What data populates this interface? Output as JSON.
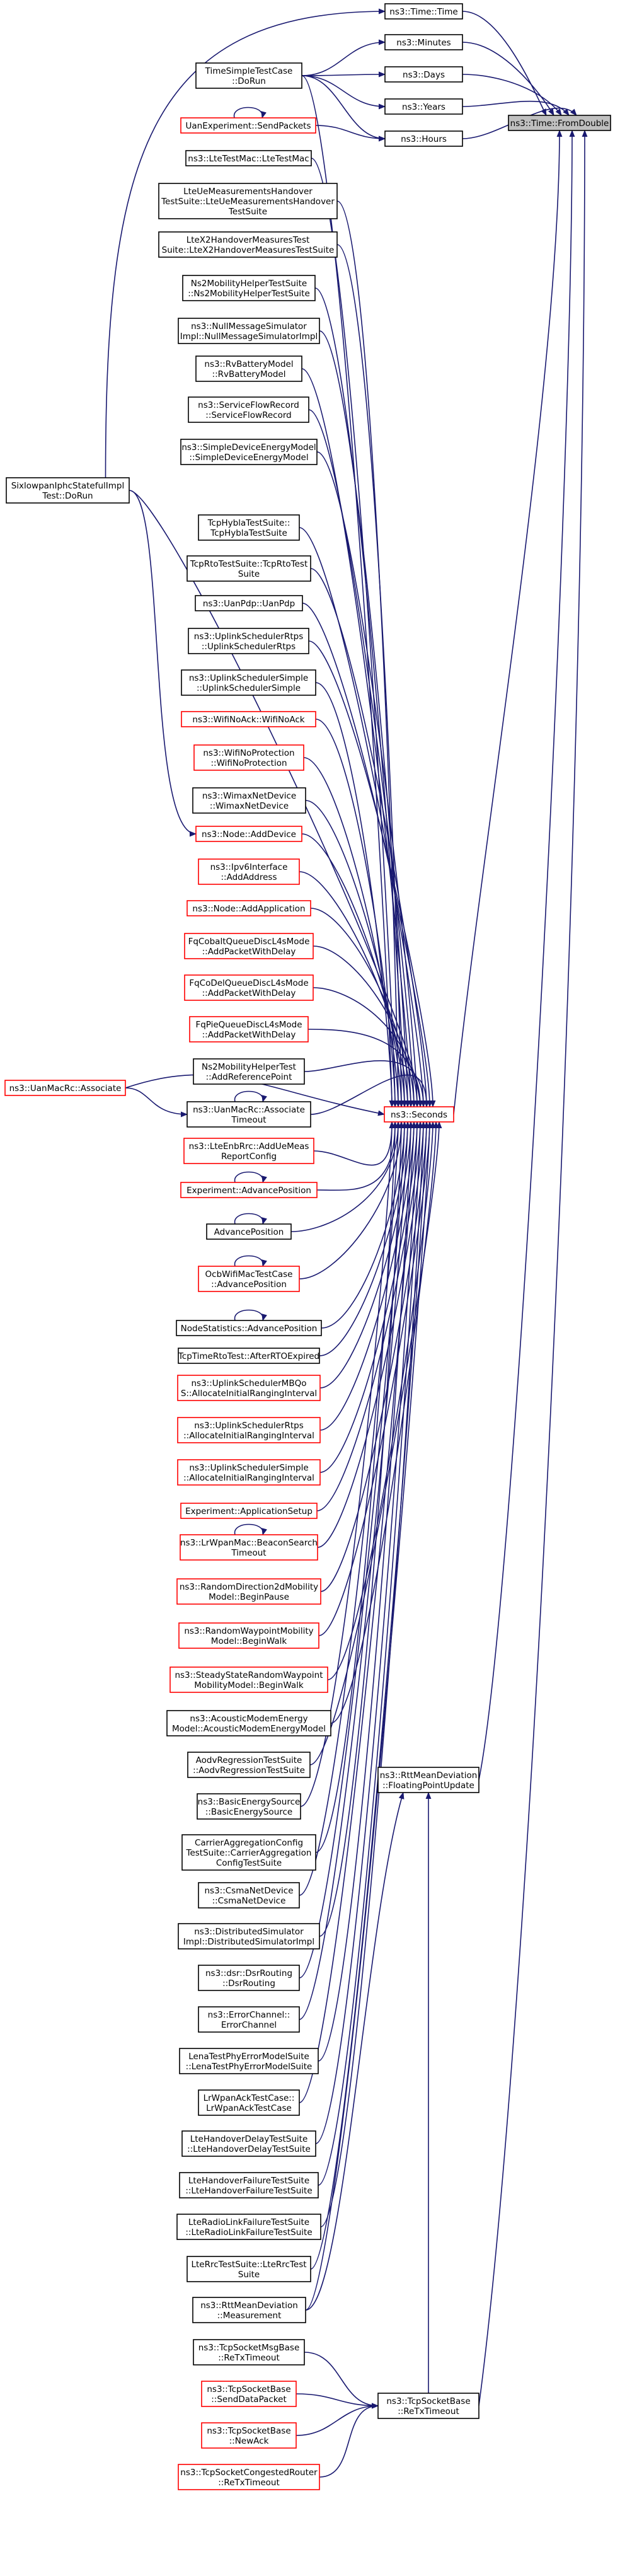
{
  "graph": {
    "title": "",
    "target": {
      "id": "fromdouble",
      "lines": [
        "ns3::Time::FromDouble"
      ]
    },
    "edge_color": "#191970",
    "nodes": [
      {
        "id": "time",
        "lines": [
          "ns3::Time::Time"
        ],
        "style": "black"
      },
      {
        "id": "minutes",
        "lines": [
          "ns3::Minutes"
        ],
        "style": "black"
      },
      {
        "id": "days",
        "lines": [
          "ns3::Days"
        ],
        "style": "black"
      },
      {
        "id": "years",
        "lines": [
          "ns3::Years"
        ],
        "style": "black"
      },
      {
        "id": "hours",
        "lines": [
          "ns3::Hours"
        ],
        "style": "black"
      },
      {
        "id": "timesimple",
        "lines": [
          "TimeSimpleTestCase",
          "::DoRun"
        ],
        "style": "black"
      },
      {
        "id": "uansend",
        "lines": [
          "UanExperiment::SendPackets"
        ],
        "style": "red"
      },
      {
        "id": "ltemac",
        "lines": [
          "ns3::LteTestMac::LteTestMac"
        ],
        "style": "black"
      },
      {
        "id": "lteuemeas",
        "lines": [
          "LteUeMeasurementsHandover",
          "TestSuite::LteUeMeasurementsHandover",
          "TestSuite"
        ],
        "style": "black"
      },
      {
        "id": "ltex2",
        "lines": [
          "LteX2HandoverMeasuresTest",
          "Suite::LteX2HandoverMeasuresTestSuite"
        ],
        "style": "black"
      },
      {
        "id": "ns2mob",
        "lines": [
          "Ns2MobilityHelperTestSuite",
          "::Ns2MobilityHelperTestSuite"
        ],
        "style": "black"
      },
      {
        "id": "nullmsg",
        "lines": [
          "ns3::NullMessageSimulator",
          "Impl::NullMessageSimulatorImpl"
        ],
        "style": "black"
      },
      {
        "id": "rvbattery",
        "lines": [
          "ns3::RvBatteryModel",
          "::RvBatteryModel"
        ],
        "style": "black"
      },
      {
        "id": "serviceflow",
        "lines": [
          "ns3::ServiceFlowRecord",
          "::ServiceFlowRecord"
        ],
        "style": "black"
      },
      {
        "id": "simpledevenergy",
        "lines": [
          "ns3::SimpleDeviceEnergyModel",
          "::SimpleDeviceEnergyModel"
        ],
        "style": "black"
      },
      {
        "id": "sixlowpan",
        "lines": [
          "SixlowpanIphcStatefulImpl",
          "Test::DoRun"
        ],
        "style": "black"
      },
      {
        "id": "tcphybla",
        "lines": [
          "TcpHyblaTestSuite::",
          "TcpHyblaTestSuite"
        ],
        "style": "black"
      },
      {
        "id": "tcprto",
        "lines": [
          "TcpRtoTestSuite::TcpRtoTest",
          "Suite"
        ],
        "style": "black"
      },
      {
        "id": "uanpdp",
        "lines": [
          "ns3::UanPdp::UanPdp"
        ],
        "style": "black"
      },
      {
        "id": "ulschedrtps",
        "lines": [
          "ns3::UplinkSchedulerRtps",
          "::UplinkSchedulerRtps"
        ],
        "style": "black"
      },
      {
        "id": "ulschedsimple",
        "lines": [
          "ns3::UplinkSchedulerSimple",
          "::UplinkSchedulerSimple"
        ],
        "style": "black"
      },
      {
        "id": "wifinoack",
        "lines": [
          "ns3::WifiNoAck::WifiNoAck"
        ],
        "style": "red"
      },
      {
        "id": "wifinoprot",
        "lines": [
          "ns3::WifiNoProtection",
          "::WifiNoProtection"
        ],
        "style": "red"
      },
      {
        "id": "wimaxnetdev",
        "lines": [
          "ns3::WimaxNetDevice",
          "::WimaxNetDevice"
        ],
        "style": "black"
      },
      {
        "id": "nodeadddev",
        "lines": [
          "ns3::Node::AddDevice"
        ],
        "style": "red"
      },
      {
        "id": "ipv6addaddr",
        "lines": [
          "ns3::Ipv6Interface",
          "::AddAddress"
        ],
        "style": "red"
      },
      {
        "id": "nodeaddapp",
        "lines": [
          "ns3::Node::AddApplication"
        ],
        "style": "red"
      },
      {
        "id": "fqcobalt",
        "lines": [
          "FqCobaltQueueDiscL4sMode",
          "::AddPacketWithDelay"
        ],
        "style": "red"
      },
      {
        "id": "fqcodel",
        "lines": [
          "FqCoDelQueueDiscL4sMode",
          "::AddPacketWithDelay"
        ],
        "style": "red"
      },
      {
        "id": "fqpie",
        "lines": [
          "FqPieQueueDiscL4sMode",
          "::AddPacketWithDelay"
        ],
        "style": "red"
      },
      {
        "id": "ns2refpoint",
        "lines": [
          "Ns2MobilityHelperTest",
          "::AddReferencePoint"
        ],
        "style": "black"
      },
      {
        "id": "uanmacassoc",
        "lines": [
          "ns3::UanMacRc::Associate"
        ],
        "style": "red"
      },
      {
        "id": "uanmactimeout",
        "lines": [
          "ns3::UanMacRc::Associate",
          "Timeout"
        ],
        "style": "black"
      },
      {
        "id": "seconds",
        "lines": [
          "ns3::Seconds"
        ],
        "style": "red"
      },
      {
        "id": "lteenbrrc",
        "lines": [
          "ns3::LteEnbRrc::AddUeMeas",
          "ReportConfig"
        ],
        "style": "red"
      },
      {
        "id": "expadvpos",
        "lines": [
          "Experiment::AdvancePosition"
        ],
        "style": "red"
      },
      {
        "id": "advpos",
        "lines": [
          "AdvancePosition"
        ],
        "style": "black"
      },
      {
        "id": "ocbwifi",
        "lines": [
          "OcbWifiMacTestCase",
          "::AdvancePosition"
        ],
        "style": "red"
      },
      {
        "id": "nodestats",
        "lines": [
          "NodeStatistics::AdvancePosition"
        ],
        "style": "black"
      },
      {
        "id": "tcptimerto",
        "lines": [
          "TcpTimeRtoTest::AfterRTOExpired"
        ],
        "style": "black"
      },
      {
        "id": "ulmbqos",
        "lines": [
          "ns3::UplinkSchedulerMBQo",
          "S::AllocateInitialRangingInterval"
        ],
        "style": "red"
      },
      {
        "id": "ulrtpsrang",
        "lines": [
          "ns3::UplinkSchedulerRtps",
          "::AllocateInitialRangingInterval"
        ],
        "style": "red"
      },
      {
        "id": "ulsimplerang",
        "lines": [
          "ns3::UplinkSchedulerSimple",
          "::AllocateInitialRangingInterval"
        ],
        "style": "red"
      },
      {
        "id": "expappsetup",
        "lines": [
          "Experiment::ApplicationSetup"
        ],
        "style": "red"
      },
      {
        "id": "lrwpanbeacon",
        "lines": [
          "ns3::LrWpanMac::BeaconSearch",
          "Timeout"
        ],
        "style": "red"
      },
      {
        "id": "randdir",
        "lines": [
          "ns3::RandomDirection2dMobility",
          "Model::BeginPause"
        ],
        "style": "red"
      },
      {
        "id": "randway",
        "lines": [
          "ns3::RandomWaypointMobility",
          "Model::BeginWalk"
        ],
        "style": "red"
      },
      {
        "id": "steadystate",
        "lines": [
          "ns3::SteadyStateRandomWaypoint",
          "MobilityModel::BeginWalk"
        ],
        "style": "red"
      },
      {
        "id": "acoustic",
        "lines": [
          "ns3::AcousticModemEnergy",
          "Model::AcousticModemEnergyModel"
        ],
        "style": "black"
      },
      {
        "id": "aodv",
        "lines": [
          "AodvRegressionTestSuite",
          "::AodvRegressionTestSuite"
        ],
        "style": "black"
      },
      {
        "id": "basicenergy",
        "lines": [
          "ns3::BasicEnergySource",
          "::BasicEnergySource"
        ],
        "style": "black"
      },
      {
        "id": "carrieragg",
        "lines": [
          "CarrierAggregationConfig",
          "TestSuite::CarrierAggregation",
          "ConfigTestSuite"
        ],
        "style": "black"
      },
      {
        "id": "csma",
        "lines": [
          "ns3::CsmaNetDevice",
          "::CsmaNetDevice"
        ],
        "style": "black"
      },
      {
        "id": "distsim",
        "lines": [
          "ns3::DistributedSimulator",
          "Impl::DistributedSimulatorImpl"
        ],
        "style": "black"
      },
      {
        "id": "dsr",
        "lines": [
          "ns3::dsr::DsrRouting",
          "::DsrRouting"
        ],
        "style": "black"
      },
      {
        "id": "errorchan",
        "lines": [
          "ns3::ErrorChannel::",
          "ErrorChannel"
        ],
        "style": "black"
      },
      {
        "id": "lenaphy",
        "lines": [
          "LenaTestPhyErrorModelSuite",
          "::LenaTestPhyErrorModelSuite"
        ],
        "style": "black"
      },
      {
        "id": "lrwpanack",
        "lines": [
          "LrWpanAckTestCase::",
          "LrWpanAckTestCase"
        ],
        "style": "black"
      },
      {
        "id": "ltehodelay",
        "lines": [
          "LteHandoverDelayTestSuite",
          "::LteHandoverDelayTestSuite"
        ],
        "style": "black"
      },
      {
        "id": "ltehofail",
        "lines": [
          "LteHandoverFailureTestSuite",
          "::LteHandoverFailureTestSuite"
        ],
        "style": "black"
      },
      {
        "id": "lteradiolink",
        "lines": [
          "LteRadioLinkFailureTestSuite",
          "::LteRadioLinkFailureTestSuite"
        ],
        "style": "black"
      },
      {
        "id": "lterrc",
        "lines": [
          "LteRrcTestSuite::LteRrcTest",
          "Suite"
        ],
        "style": "black"
      },
      {
        "id": "rttmeas",
        "lines": [
          "ns3::RttMeanDeviation",
          "::Measurement"
        ],
        "style": "black"
      },
      {
        "id": "rttfloat",
        "lines": [
          "ns3::RttMeanDeviation",
          "::FloatingPointUpdate"
        ],
        "style": "black"
      },
      {
        "id": "tcpmsgretx",
        "lines": [
          "ns3::TcpSocketMsgBase",
          "::ReTxTimeout"
        ],
        "style": "black"
      },
      {
        "id": "tcpsenddata",
        "lines": [
          "ns3::TcpSocketBase",
          "::SendDataPacket"
        ],
        "style": "red"
      },
      {
        "id": "tcpnewack",
        "lines": [
          "ns3::TcpSocketBase",
          "::NewAck"
        ],
        "style": "red"
      },
      {
        "id": "tcpcongretx",
        "lines": [
          "ns3::TcpSocketCongestedRouter",
          "::ReTxTimeout"
        ],
        "style": "red"
      },
      {
        "id": "tcpretx",
        "lines": [
          "ns3::TcpSocketBase",
          "::ReTxTimeout"
        ],
        "style": "black"
      }
    ]
  }
}
